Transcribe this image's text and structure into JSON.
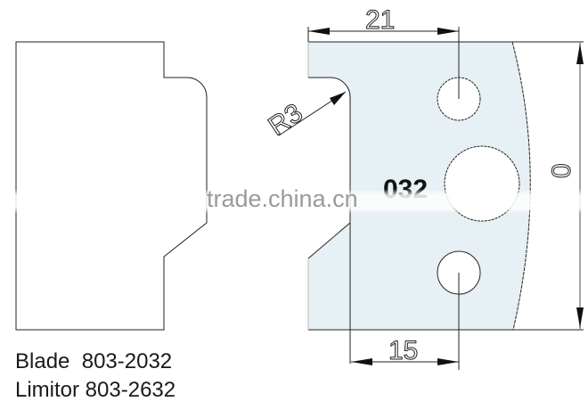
{
  "diagram": {
    "type": "technical-drawing",
    "subject": "cutter blade and limitor profile",
    "colors": {
      "line": "#222222",
      "fill": "#e7f0f4",
      "watermark": "#9a9a9a",
      "text": "#1a1a1a"
    },
    "dimensions": {
      "top_width": "21",
      "bottom_width": "15",
      "radius": "R3",
      "height": "0"
    },
    "partial_label": "032",
    "watermark": "trade.china.cn"
  },
  "captions": {
    "blade": "Blade  803-2032",
    "limitor": "Limitor 803-2632"
  }
}
